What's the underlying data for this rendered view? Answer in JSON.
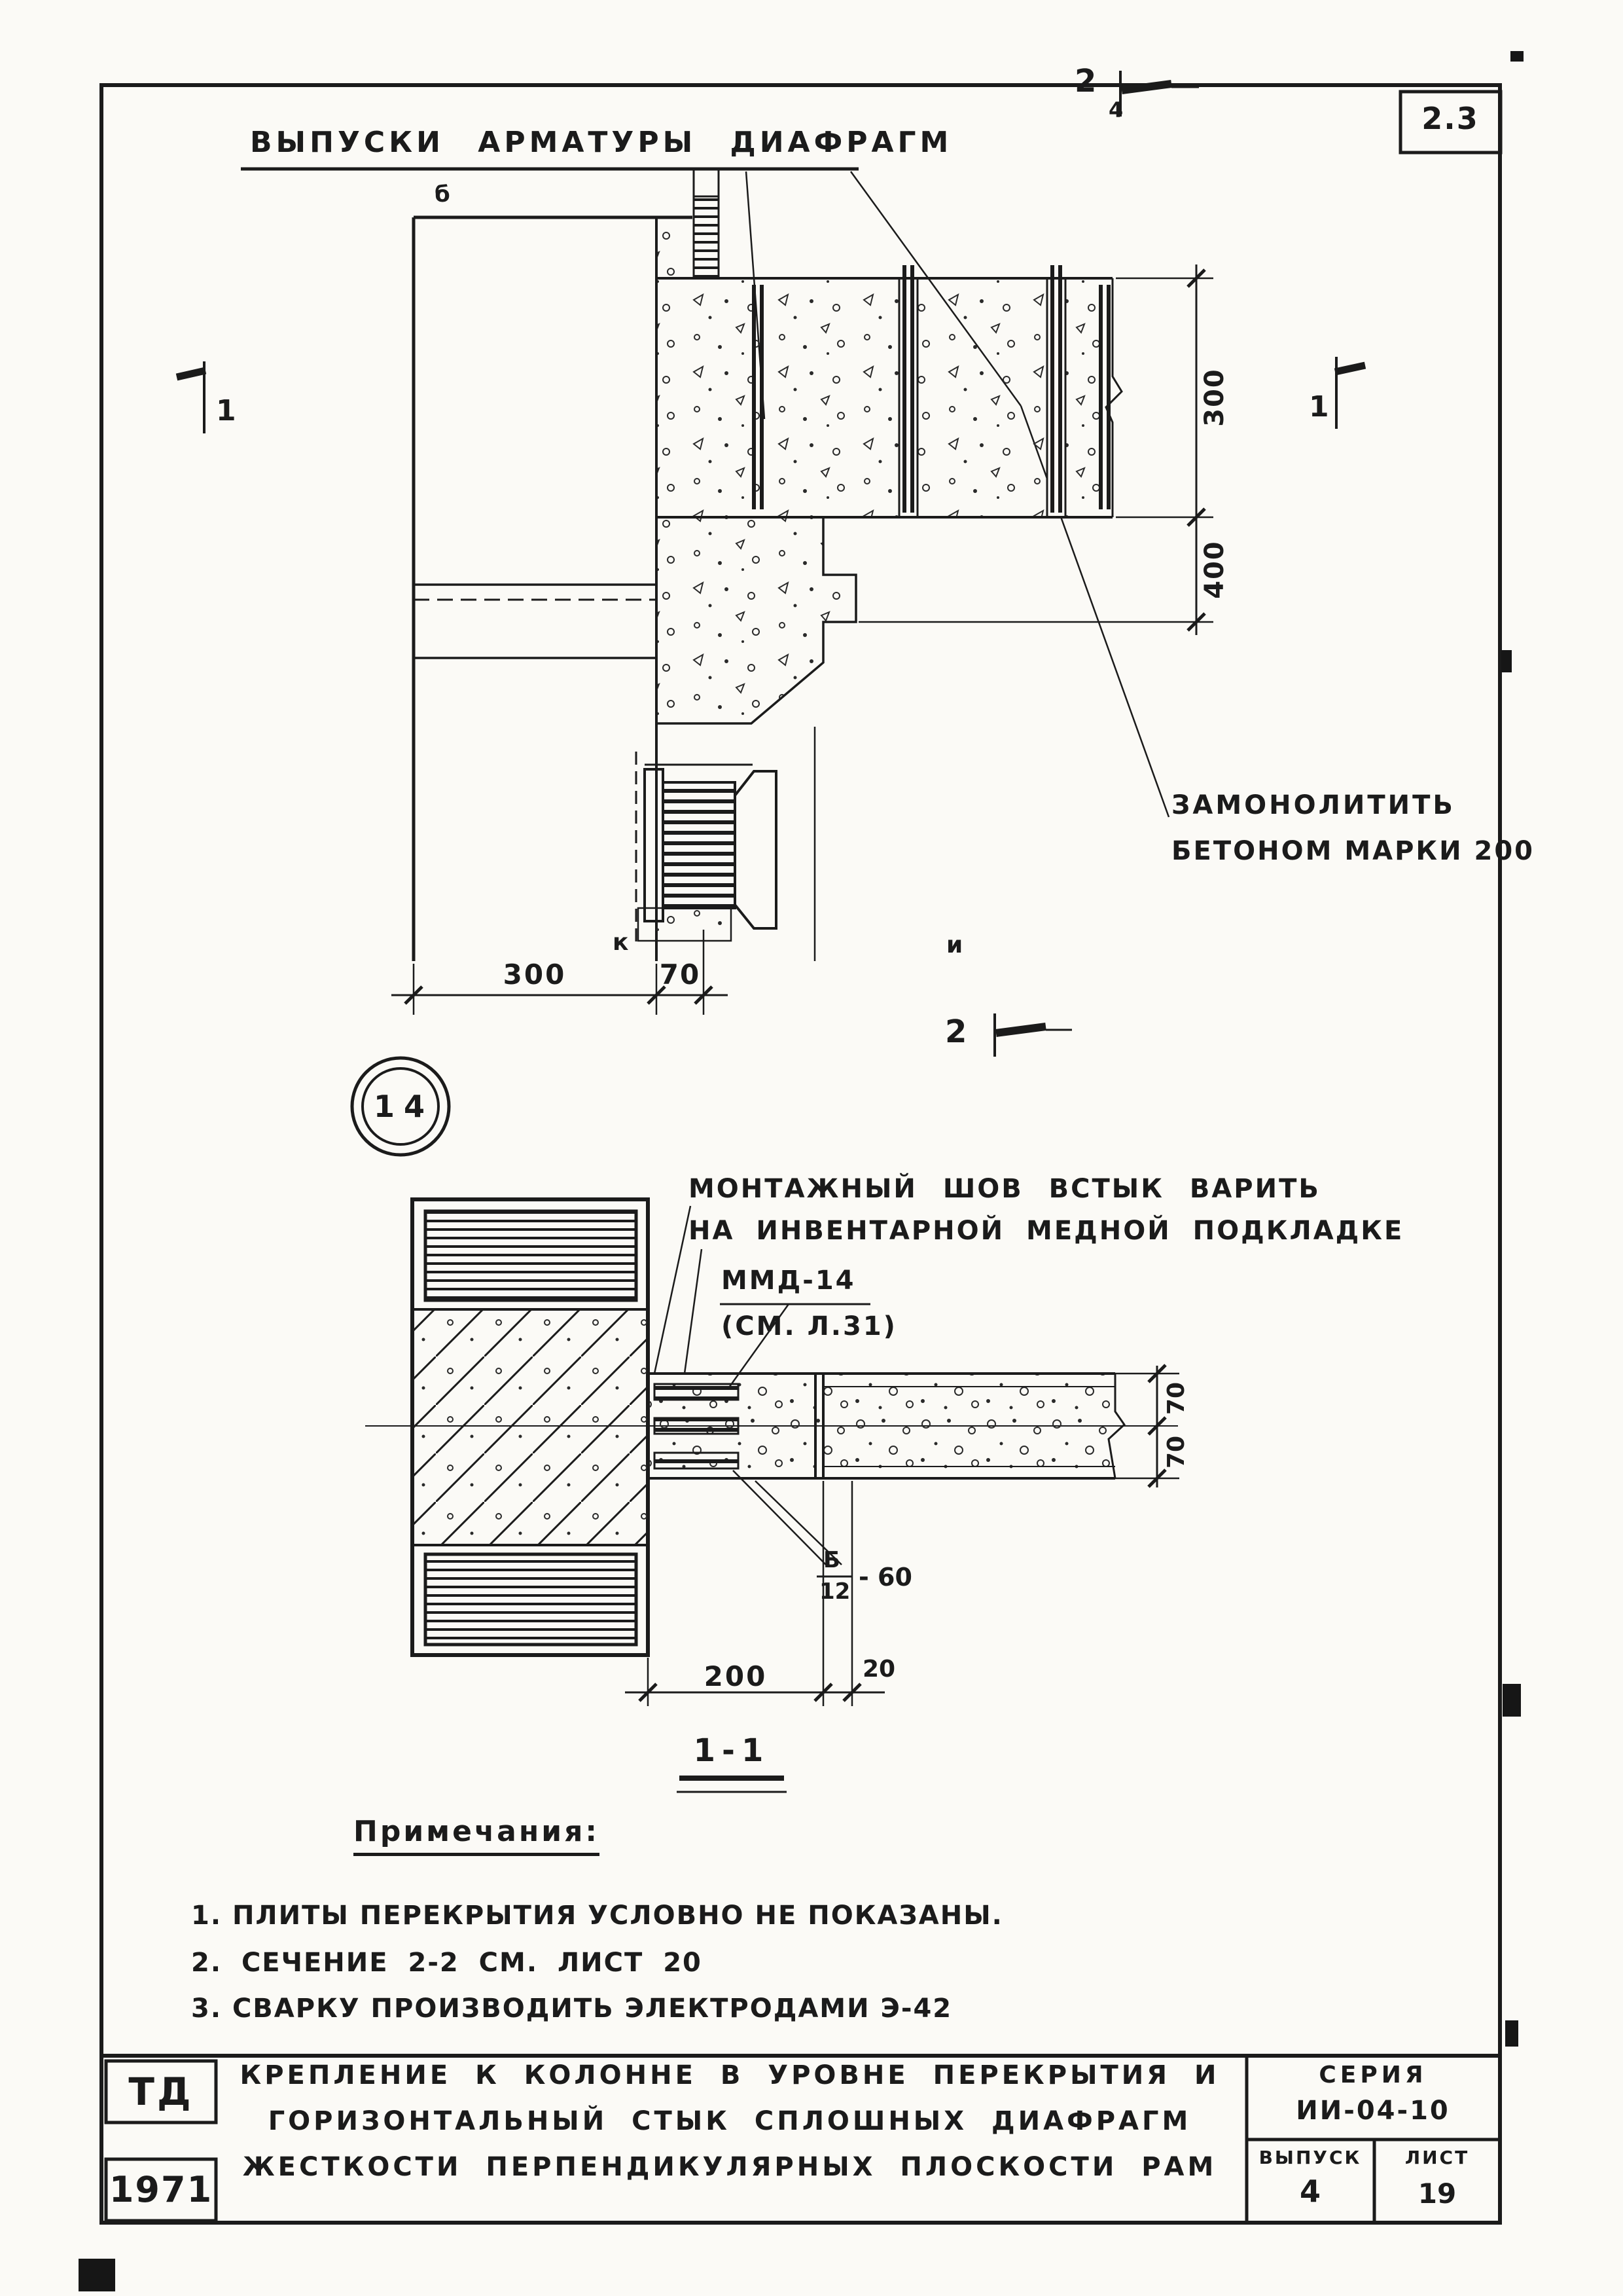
{
  "sheet": {
    "number": "2.3"
  },
  "colors": {
    "ink": "#1b1b1b",
    "paper": "#fbfaf6"
  },
  "drawing1": {
    "title": "ВЫПУСКИ АРМАТУРЫ ДИАФРАГМ",
    "view_label": "1",
    "cut_label": "2",
    "detail_bubble": "14",
    "dim_width_column": "300",
    "dim_width_gap": "70",
    "dim_height_panel": "300",
    "dim_height_joint": "400",
    "grout_note_line1": "ЗАМОНОЛИТИТЬ",
    "grout_note_line2": "БЕТОНОМ МАРКИ 200",
    "stray_mark_top": "4",
    "stray_mark_b": "б",
    "stray_mark_k": "к",
    "stray_mark_u": "и"
  },
  "drawing2": {
    "callout_line1": "МОНТАЖНЫЙ ШОВ ВСТЫК ВАРИТЬ",
    "callout_line2": "НА ИНВЕНТАРНОЙ МЕДНОЙ ПОДКЛАДКЕ",
    "callout_line3": "ММД-14",
    "callout_line4": "(СМ. Л.31)",
    "weld_mark_numerator": "Б",
    "weld_mark_denominator": "12",
    "weld_mark_suffix": "- 60",
    "dim_joint": "200",
    "dim_offset": "20",
    "dim_thickness_top": "70",
    "dim_thickness_bottom": "70",
    "section_title": "1-1"
  },
  "notes": {
    "title": "Примечания:",
    "items": [
      "1. ПЛИТЫ ПЕРЕКРЫТИЯ УСЛОВНО НЕ ПОКАЗАНЫ.",
      "2. СЕЧЕНИЕ 2-2 СМ. ЛИСТ 20",
      "3. СВАРКУ ПРОИЗВОДИТЬ ЭЛЕКТРОДАМИ Э-42"
    ]
  },
  "titleblock": {
    "org": "ТД",
    "year": "1971",
    "line1": "КРЕПЛЕНИЕ К КОЛОННЕ В УРОВНЕ ПЕРЕКРЫТИЯ И",
    "line2": "ГОРИЗОНТАЛЬНЫЙ СТЫК СПЛОШНЫХ ДИАФРАГМ",
    "line3": "ЖЕСТКОСТИ ПЕРПЕНДИКУЛЯРНЫХ ПЛОСКОСТИ РАМ",
    "series_label": "СЕРИЯ",
    "series_value": "ИИ-04-10",
    "issue_label": "ВЫПУСК",
    "issue_value": "4",
    "sheet_label": "ЛИСТ",
    "sheet_value": "19"
  }
}
